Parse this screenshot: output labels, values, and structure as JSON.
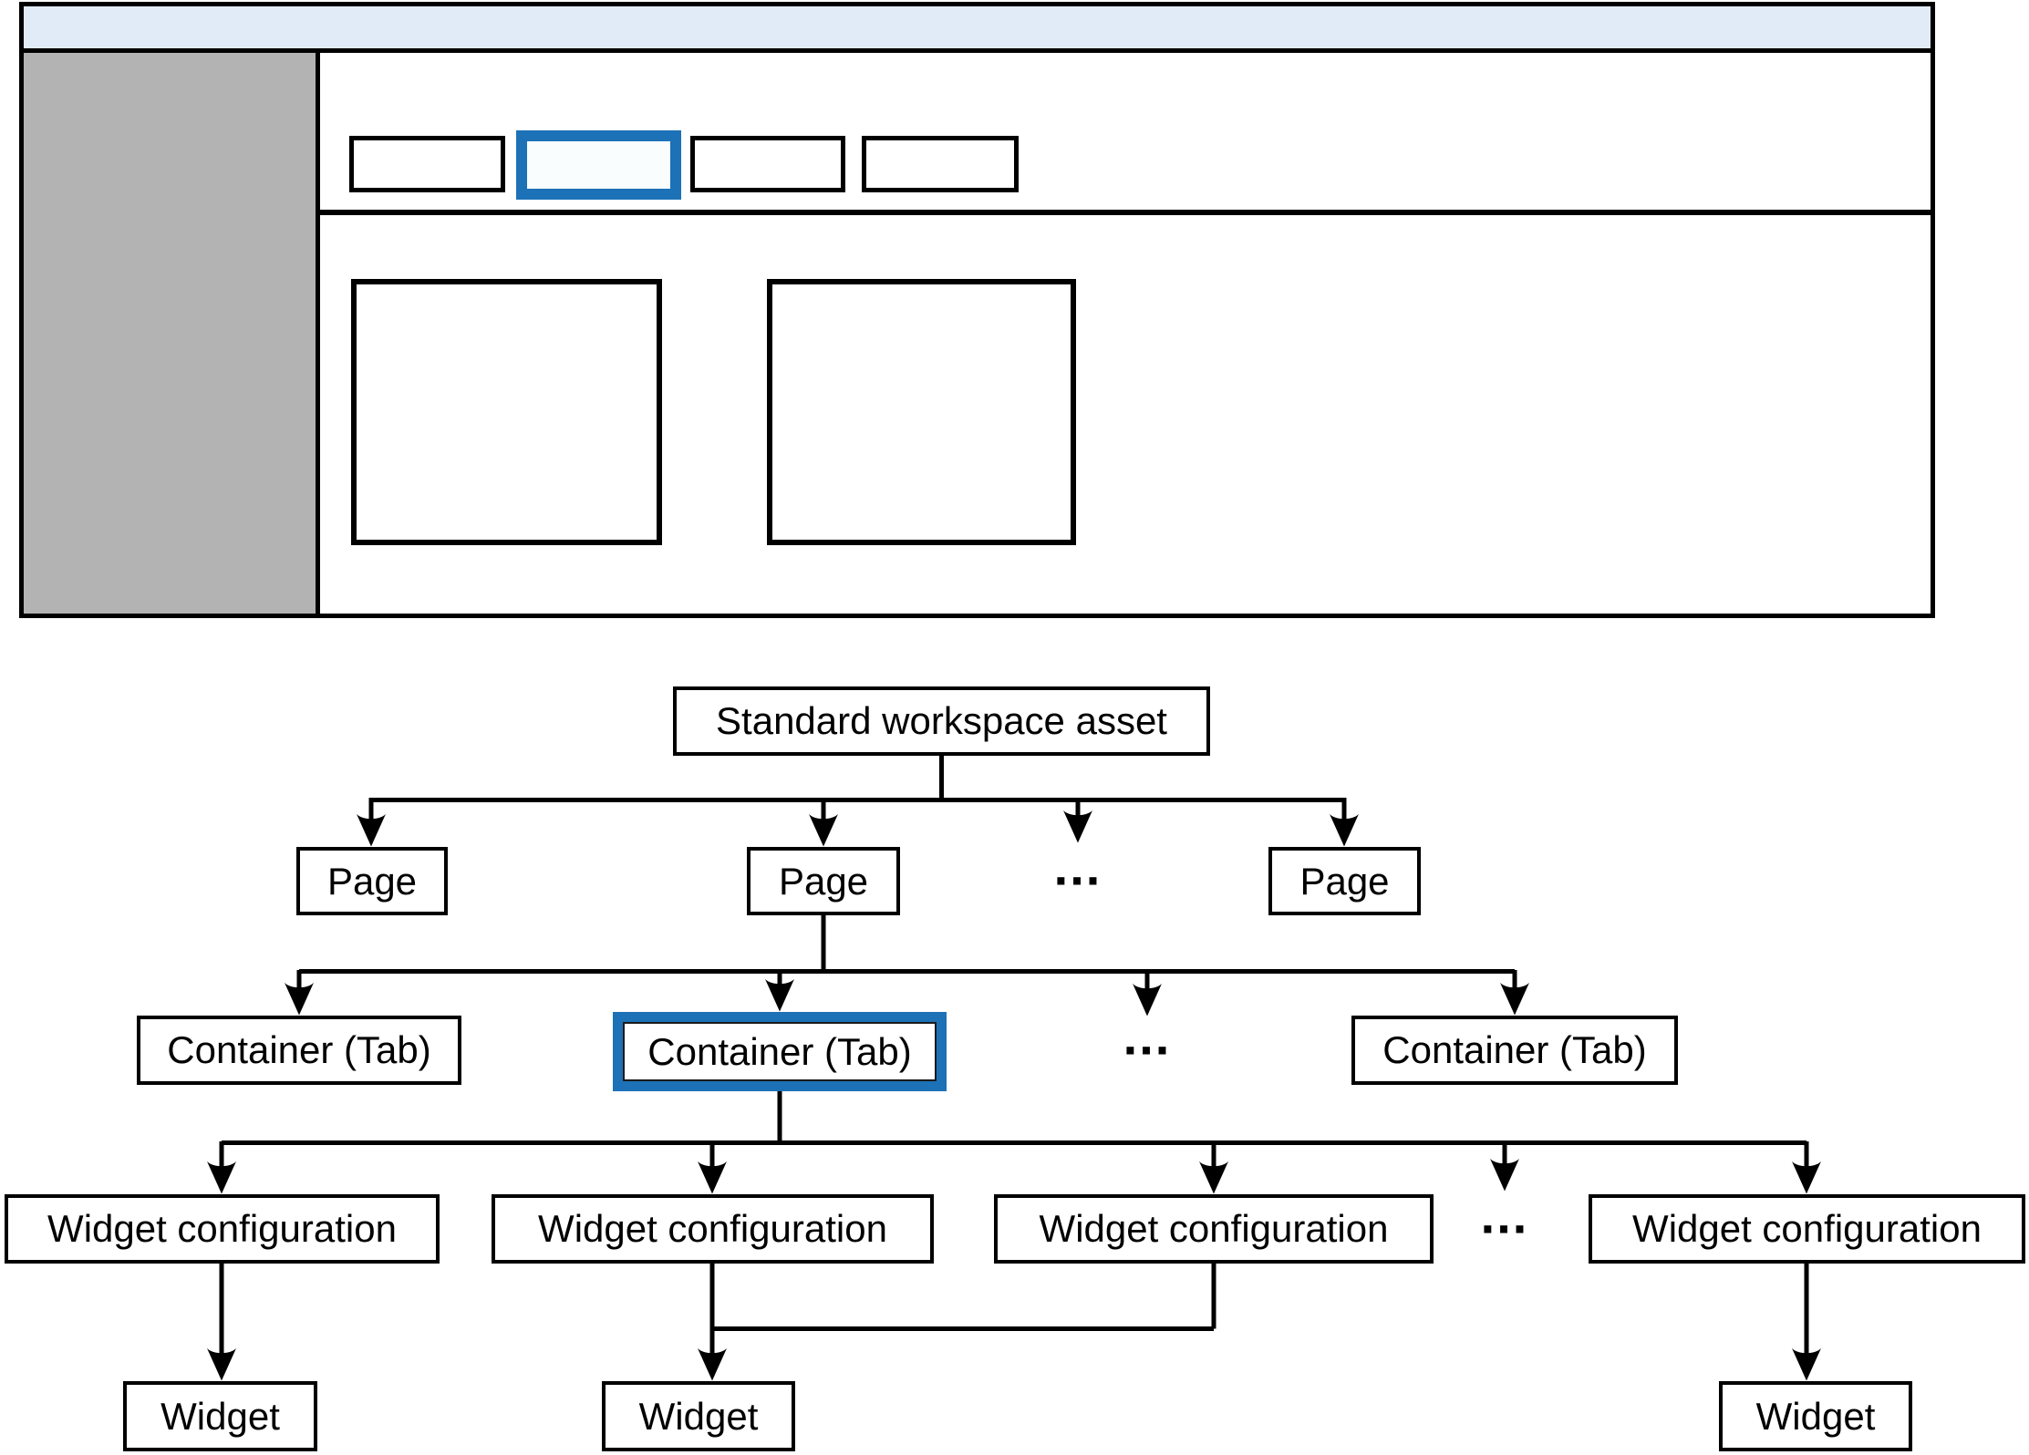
{
  "colors": {
    "accent_blue": "#1d71b6",
    "header_fill": "#e1ebf8",
    "sidebar_fill": "#b3b3b3",
    "active_tab_fill": "#fafdfe",
    "line_black": "#000000"
  },
  "tree": {
    "root": {
      "label": "Standard workspace asset"
    },
    "pages": [
      {
        "label": "Page"
      },
      {
        "label": "Page"
      },
      {
        "label": "..."
      },
      {
        "label": "Page"
      }
    ],
    "containers": [
      {
        "label": "Container (Tab)",
        "highlighted": false
      },
      {
        "label": "Container (Tab)",
        "highlighted": true
      },
      {
        "label": "..."
      },
      {
        "label": "Container (Tab)",
        "highlighted": false
      }
    ],
    "widget_configurations": [
      {
        "label": "Widget configuration"
      },
      {
        "label": "Widget configuration"
      },
      {
        "label": "Widget configuration"
      },
      {
        "label": "..."
      },
      {
        "label": "Widget configuration"
      }
    ],
    "widgets": [
      {
        "label": "Widget"
      },
      {
        "label": "Widget"
      },
      {
        "label": "Widget"
      }
    ]
  }
}
